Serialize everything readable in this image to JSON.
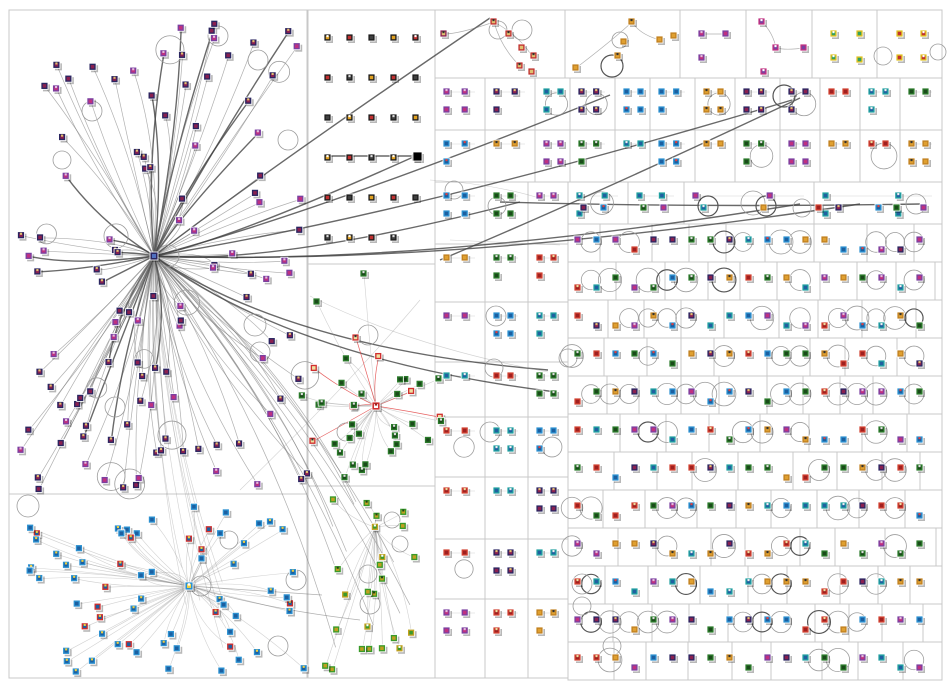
{
  "graph": {
    "palette": {
      "cluster_1": "#2a2560",
      "cluster_2": "#2b90d0",
      "cluster_3": "#3a8a2a",
      "cluster_4": "#d04030",
      "cluster_5": "#6a6a6a",
      "cluster_6": "#7a40a0",
      "cluster_7": "#c08020",
      "cluster_8": "#20a0a0",
      "edge": "#6f6f6f",
      "group_border": "#c8c8c8"
    },
    "clusters": [
      {
        "id": "g1",
        "size": 118,
        "colors": [
          "#2a2560",
          "#8a2050",
          "#1c1c3c"
        ]
      },
      {
        "id": "g2",
        "size": 68,
        "colors": [
          "#2b90d0",
          "#1c5fa0",
          "#cc3030"
        ]
      },
      {
        "id": "g3",
        "size": 42,
        "colors": [
          "#1c1c1c",
          "#404040"
        ]
      },
      {
        "id": "g4",
        "size": 34,
        "colors": [
          "#2a7a2a",
          "#1a4a1a",
          "#d03030"
        ]
      },
      {
        "id": "g5",
        "size": 22,
        "colors": [
          "#3a9a2a",
          "#c0a020"
        ]
      }
    ]
  }
}
